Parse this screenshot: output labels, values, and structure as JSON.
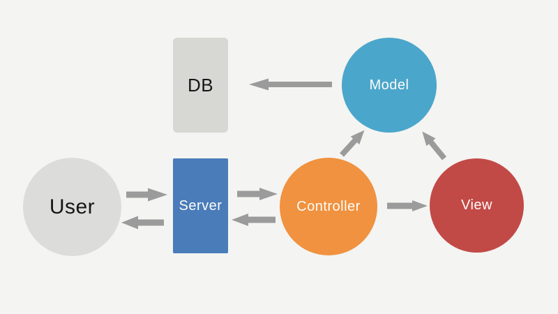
{
  "diagram": {
    "type": "architecture-flow",
    "background_color": "#f4f4f2",
    "arrow_color": "#9b9b9b",
    "nodes": {
      "user": {
        "label": "User",
        "shape": "circle",
        "fill": "#dcdcdb",
        "text_color": "#161616"
      },
      "db": {
        "label": "DB",
        "shape": "rounded-rect",
        "fill": "#d7d7d3",
        "text_color": "#161616"
      },
      "server": {
        "label": "Server",
        "shape": "rect",
        "fill": "#4a7cba",
        "text_color": "#fdfcf8"
      },
      "controller": {
        "label": "Controller",
        "shape": "circle",
        "fill": "#f0923f",
        "text_color": "#fdfcf8"
      },
      "model": {
        "label": "Model",
        "shape": "circle",
        "fill": "#4ba6cb",
        "text_color": "#fdfcf8"
      },
      "view": {
        "label": "View",
        "shape": "circle",
        "fill": "#c14a47",
        "text_color": "#fdfcf8"
      }
    },
    "edges": [
      {
        "from": "user",
        "to": "server",
        "direction": "right"
      },
      {
        "from": "server",
        "to": "user",
        "direction": "left"
      },
      {
        "from": "server",
        "to": "controller",
        "direction": "right"
      },
      {
        "from": "controller",
        "to": "server",
        "direction": "left"
      },
      {
        "from": "controller",
        "to": "view",
        "direction": "right"
      },
      {
        "from": "controller",
        "to": "model",
        "direction": "up-right"
      },
      {
        "from": "view",
        "to": "model",
        "direction": "up-left"
      },
      {
        "from": "model",
        "to": "db",
        "direction": "left"
      }
    ]
  }
}
